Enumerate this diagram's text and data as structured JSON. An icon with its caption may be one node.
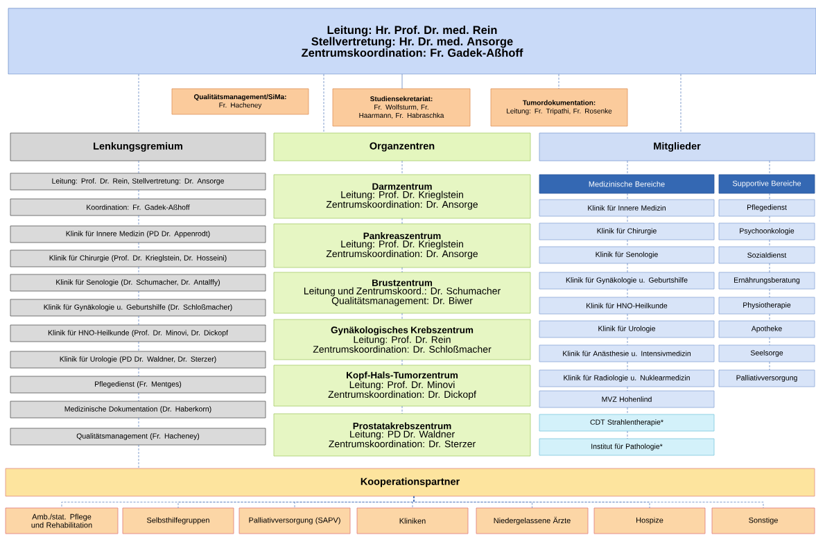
{
  "diagram": {
    "nodes": [
      {
        "text": [
          "Leitung: Hr. Prof. Dr. med. Rein",
          "Stellvertretung: Hr. Dr. med. Ansorge",
          "Zentrumskoordination: Fr. Gadek-Aßhoff"
        ]
      },
      {
        "text": [
          "Qualitätsmanagement/SiMa:",
          "Fr. Hacheney"
        ]
      },
      {
        "text": [
          "Studiensekretariat:",
          "Fr. Wolfsturm, Fr. Haarmann, Fr. Habraschka"
        ]
      },
      {
        "text": [
          "Tumordokumentation:",
          "Leitung: Fr. Tripathi, Fr. Rosenke"
        ]
      },
      {
        "text": [
          "Lenkungsgremium"
        ]
      },
      {
        "text": [
          "Organzentren"
        ]
      },
      {
        "text": [
          "Mitglieder"
        ]
      },
      {
        "text": [
          "Leitung: Prof. Dr. Rein, Stellvertretung: Dr. Ansorge"
        ]
      },
      {
        "text": [
          "Koordination: Fr. Gadek-Aßhoff"
        ]
      },
      {
        "text": [
          "Klinik für Innere Medizin (PD Dr. Appenrodt)"
        ]
      },
      {
        "text": [
          "Klinik für Chirurgie (Prof. Dr. Krieglstein, Dr. Hosseini)"
        ]
      },
      {
        "text": [
          "Klinik für Senologie (Dr. Schumacher, Dr. Antalffy)"
        ]
      },
      {
        "text": [
          "Klinik für Gynäkologie u. Geburtshilfe (Dr. Schloßmacher)"
        ]
      },
      {
        "text": [
          "Klinik für HNO-Heilkunde (Prof. Dr. Minovi, Dr. Dickopf"
        ]
      },
      {
        "text": [
          "Klinik für Urologie (PD Dr. Waldner, Dr. Sterzer)"
        ]
      },
      {
        "text": [
          "Pflegedienst (Fr. Mentges)"
        ]
      },
      {
        "text": [
          "Medizinische Dokumentation (Dr. Haberkorn)"
        ]
      },
      {
        "text": [
          "Qualitätsmanagement (Fr. Hacheney)"
        ]
      },
      {
        "text": [
          "Darmzentrum",
          "Leitung: Prof. Dr. Krieglstein",
          "Zentrumskoordination: Dr. Ansorge"
        ]
      },
      {
        "text": [
          "Pankreaszentrum",
          "Leitung: Prof. Dr. Krieglstein",
          "Zentrumskoordination: Dr. Ansorge"
        ]
      },
      {
        "text": [
          "Brustzentrum",
          "Leitung und Zentrumskoord.: Dr. Schumacher",
          "Qualitätsmanagement: Dr. Biwer"
        ]
      },
      {
        "text": [
          "Gynäkologisches Krebszentrum",
          "Leitung: Prof. Dr. Rein",
          "Zentrumskoordination: Dr. Schloßmacher"
        ]
      },
      {
        "text": [
          "Kopf-Hals-Tumorzentrum",
          "Leitung: Prof. Dr. Minovi",
          "Zentrumskoordination: Dr. Dickopf"
        ]
      },
      {
        "text": [
          "Prostatakrebszentrum",
          "Leitung: PD Dr. Waldner",
          "Zentrumskoordination: Dr. Sterzer"
        ]
      },
      {
        "text": [
          "Medizinische Bereiche"
        ]
      },
      {
        "text": [
          "Supportive Bereiche"
        ]
      },
      {
        "text": [
          "Klinik für Innere Medizin"
        ]
      },
      {
        "text": [
          "Klinik für Chirurgie"
        ]
      },
      {
        "text": [
          "Klinik für Senologie"
        ]
      },
      {
        "text": [
          "Klinik für Gynäkologie u. Geburtshilfe"
        ]
      },
      {
        "text": [
          "Klinik für HNO-Heilkunde"
        ]
      },
      {
        "text": [
          "Klinik für Urologie"
        ]
      },
      {
        "text": [
          "Klinik für Anästhesie u. Intensivmedizin"
        ]
      },
      {
        "text": [
          "Klinik für Radiologie u. Nuklearmedizin"
        ]
      },
      {
        "text": [
          "MVZ Hohenlind"
        ]
      },
      {
        "text": [
          "CDT Strahlentherapie*"
        ]
      },
      {
        "text": [
          "Institut für Pathologie*"
        ]
      },
      {
        "text": [
          "Pflegedienst"
        ]
      },
      {
        "text": [
          "Psychoonkologie"
        ]
      },
      {
        "text": [
          "Sozialdienst"
        ]
      },
      {
        "text": [
          "Ernährungsberatung"
        ]
      },
      {
        "text": [
          "Physiotherapie"
        ]
      },
      {
        "text": [
          "Apotheke"
        ]
      },
      {
        "text": [
          "Seelsorge"
        ]
      },
      {
        "text": [
          "Palliativversorgung"
        ]
      },
      {
        "text": [
          "Kooperationspartner"
        ]
      },
      {
        "text": [
          "Amb./stat. Pflege und Rehabilitation"
        ]
      },
      {
        "text": [
          "Selbsthilfegruppen"
        ]
      },
      {
        "text": [
          "Palliativversorgung (SAPV)"
        ]
      },
      {
        "text": [
          "Kliniken"
        ]
      },
      {
        "text": [
          "Niedergelassene Ärzte"
        ]
      },
      {
        "text": [
          "Hospize"
        ]
      },
      {
        "text": [
          "Sonstige"
        ]
      }
    ],
    "edges": [
      {
        "from": 0,
        "to": 4,
        "arrow": "none",
        "style": "dashed"
      },
      {
        "from": 0,
        "to": 5,
        "arrow": "none",
        "style": "dashed"
      },
      {
        "from": 0,
        "to": 2,
        "arrow": "none"
      },
      {
        "from": 0,
        "to": 3,
        "arrow": "none",
        "style": "dashed"
      },
      {
        "from": 0,
        "to": 6,
        "arrow": "none",
        "style": "dashed"
      },
      {
        "from": 4,
        "to": 7,
        "arrow": "none",
        "style": "dashed"
      },
      {
        "from": 7,
        "to": 8,
        "arrow": "none",
        "style": "dashed"
      },
      {
        "from": 8,
        "to": 9,
        "arrow": "none",
        "style": "dashed"
      },
      {
        "from": 9,
        "to": 10,
        "arrow": "none",
        "style": "dashed"
      },
      {
        "from": 10,
        "to": 11,
        "arrow": "none",
        "style": "dashed"
      },
      {
        "from": 11,
        "to": 12,
        "arrow": "none",
        "style": "dashed"
      },
      {
        "from": 12,
        "to": 13,
        "arrow": "none",
        "style": "dashed"
      },
      {
        "from": 13,
        "to": 14,
        "arrow": "none",
        "style": "dashed"
      },
      {
        "from": 14,
        "to": 15,
        "arrow": "none",
        "style": "dashed"
      },
      {
        "from": 15,
        "to": 16,
        "arrow": "none",
        "style": "dashed"
      },
      {
        "from": 16,
        "to": 17,
        "arrow": "none",
        "style": "dashed"
      },
      {
        "from": 17,
        "to": 45,
        "arrow": "none",
        "style": "dashed"
      },
      {
        "from": 5,
        "to": 18,
        "arrow": "none",
        "style": "dashed"
      },
      {
        "from": 18,
        "to": 19,
        "arrow": "none",
        "style": "dashed"
      },
      {
        "from": 19,
        "to": 20,
        "arrow": "none",
        "style": "dashed"
      },
      {
        "from": 20,
        "to": 21,
        "arrow": "none",
        "style": "dashed"
      },
      {
        "from": 21,
        "to": 22,
        "arrow": "none",
        "style": "dashed"
      },
      {
        "from": 22,
        "to": 23,
        "arrow": "none",
        "style": "dashed"
      },
      {
        "from": 6,
        "to": 24,
        "arrow": "none",
        "style": "dashed"
      },
      {
        "from": 24,
        "to": 26,
        "arrow": "none",
        "style": "dashed"
      },
      {
        "from": 26,
        "to": 27,
        "arrow": "none",
        "style": "dashed"
      },
      {
        "from": 27,
        "to": 28,
        "arrow": "none",
        "style": "dashed"
      },
      {
        "from": 28,
        "to": 29,
        "arrow": "none",
        "style": "dashed"
      },
      {
        "from": 29,
        "to": 30,
        "arrow": "none",
        "style": "dashed"
      },
      {
        "from": 30,
        "to": 31,
        "arrow": "none",
        "style": "dashed"
      },
      {
        "from": 31,
        "to": 32,
        "arrow": "none",
        "style": "dashed"
      },
      {
        "from": 32,
        "to": 33,
        "arrow": "none",
        "style": "dashed"
      },
      {
        "from": 33,
        "to": 34,
        "arrow": "none",
        "style": "dashed"
      },
      {
        "from": 34,
        "to": 35,
        "arrow": "none",
        "style": "dashed"
      },
      {
        "from": 35,
        "to": 36,
        "arrow": "none",
        "style": "dashed"
      },
      {
        "from": 6,
        "to": 25,
        "arrow": "none",
        "style": "dashed"
      },
      {
        "from": 25,
        "to": 37,
        "arrow": "none",
        "style": "dashed"
      },
      {
        "from": 37,
        "to": 38,
        "arrow": "none",
        "style": "dashed"
      },
      {
        "from": 38,
        "to": 39,
        "arrow": "none",
        "style": "dashed"
      },
      {
        "from": 39,
        "to": 40,
        "arrow": "none",
        "style": "dashed"
      },
      {
        "from": 40,
        "to": 41,
        "arrow": "none",
        "style": "dashed"
      },
      {
        "from": 41,
        "to": 42,
        "arrow": "none",
        "style": "dashed"
      },
      {
        "from": 42,
        "to": 43,
        "arrow": "none",
        "style": "dashed"
      },
      {
        "from": 43,
        "to": 44,
        "arrow": "none",
        "style": "dashed"
      },
      {
        "from": 45,
        "to": 46,
        "arrow": "none",
        "style": "dashed"
      },
      {
        "from": 45,
        "to": 47,
        "arrow": "none",
        "style": "dashed"
      },
      {
        "from": 45,
        "to": 48,
        "arrow": "none",
        "style": "dashed"
      },
      {
        "from": 45,
        "to": 49,
        "arrow": "none",
        "style": "dashed"
      },
      {
        "from": 45,
        "to": 50,
        "arrow": "none",
        "style": "dashed"
      },
      {
        "from": 45,
        "to": 51,
        "arrow": "none",
        "style": "dashed"
      },
      {
        "from": 45,
        "to": 52,
        "arrow": "none",
        "style": "dashed"
      }
    ]
  }
}
